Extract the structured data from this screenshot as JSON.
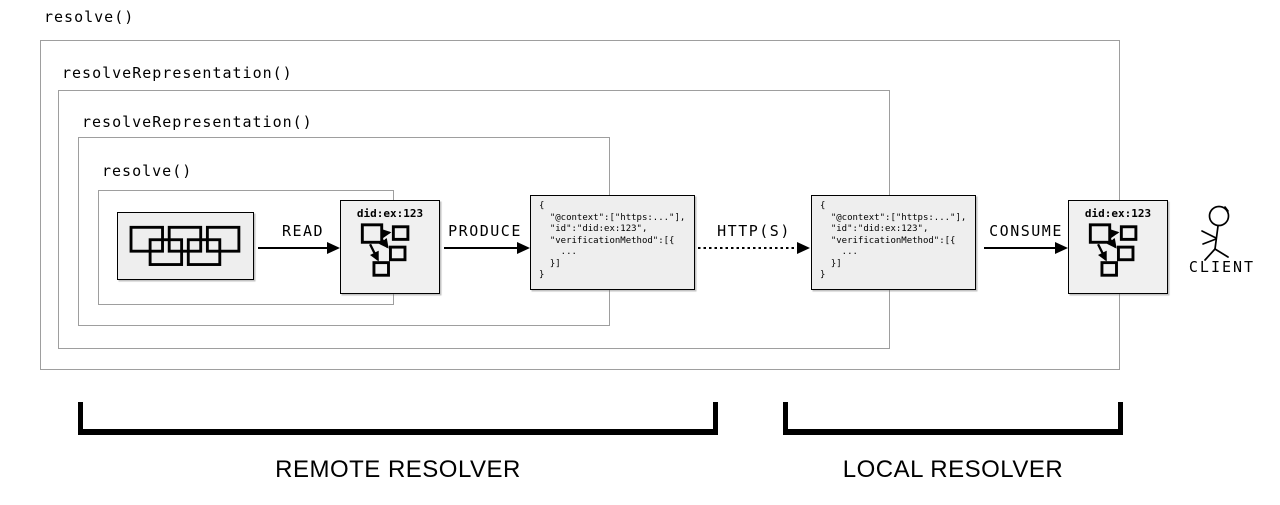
{
  "scopes": [
    {
      "label": "resolve()"
    },
    {
      "label": "resolveRepresentation()"
    },
    {
      "label": "resolveRepresentation()"
    },
    {
      "label": "resolve()"
    }
  ],
  "arrows": {
    "read": {
      "label": "READ",
      "style": "solid"
    },
    "produce": {
      "label": "PRODUCE",
      "style": "solid"
    },
    "http": {
      "label": "HTTP(S)",
      "style": "dotted"
    },
    "consume": {
      "label": "CONSUME",
      "style": "solid"
    }
  },
  "did_document_box": {
    "title": "did:ex:123"
  },
  "json_document": {
    "lines": [
      "{",
      "  \"@context\":[\"https:...\"],",
      "  \"id\":\"did:ex:123\",",
      "  \"verificationMethod\":[{",
      "    ...",
      "  }]",
      "}"
    ]
  },
  "client": {
    "label": "CLIENT"
  },
  "brackets": [
    {
      "label": "REMOTE RESOLVER"
    },
    {
      "label": "LOCAL RESOLVER"
    }
  ],
  "colors": {
    "scope_border": "#9e9e9e",
    "artifact_fill": "#eeeeee",
    "artifact_border": "#000000",
    "line": "#000000",
    "background": "#ffffff"
  }
}
